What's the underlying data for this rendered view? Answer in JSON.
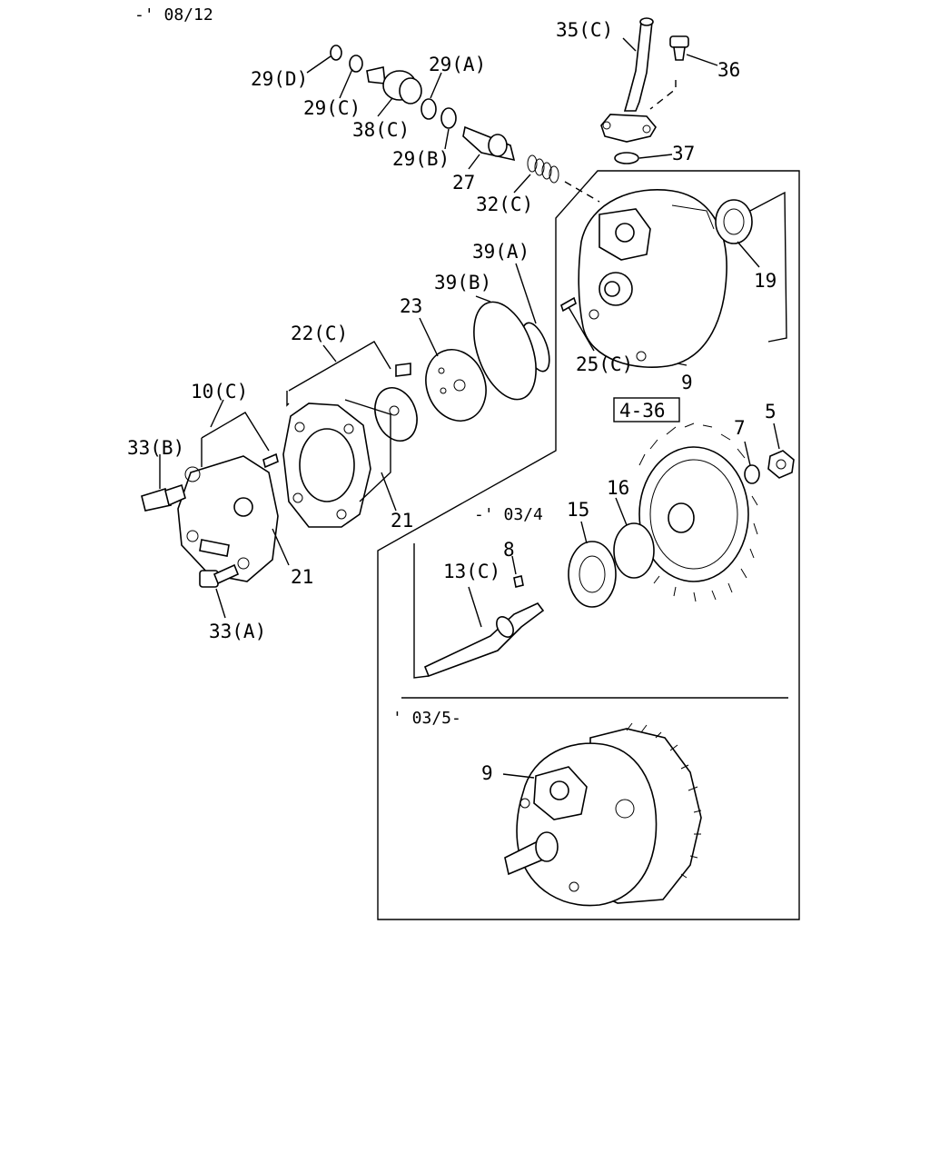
{
  "header": {
    "date_range": "-' 08/12"
  },
  "labels": {
    "p35c": "35(C)",
    "p36": "36",
    "p37": "37",
    "p29d": "29(D)",
    "p29a": "29(A)",
    "p29c": "29(C)",
    "p38c": "38(C)",
    "p29b": "29(B)",
    "p27": "27",
    "p32c": "32(C)",
    "p19": "19",
    "p39a": "39(A)",
    "p39b": "39(B)",
    "p23": "23",
    "p22c": "22(C)",
    "p25c": "25(C)",
    "p9": "9",
    "p10c": "10(C)",
    "p33b": "33(B)",
    "p21a": "21",
    "p21b": "21",
    "p33a": "33(A)",
    "ref_box": "4-36",
    "p7": "7",
    "p5": "5",
    "p16": "16",
    "p15": "15",
    "p8": "8",
    "p13c": "13(C)",
    "p9_alt": "9"
  },
  "variants": {
    "before": "-' 03/4",
    "after": "' 03/5-"
  }
}
